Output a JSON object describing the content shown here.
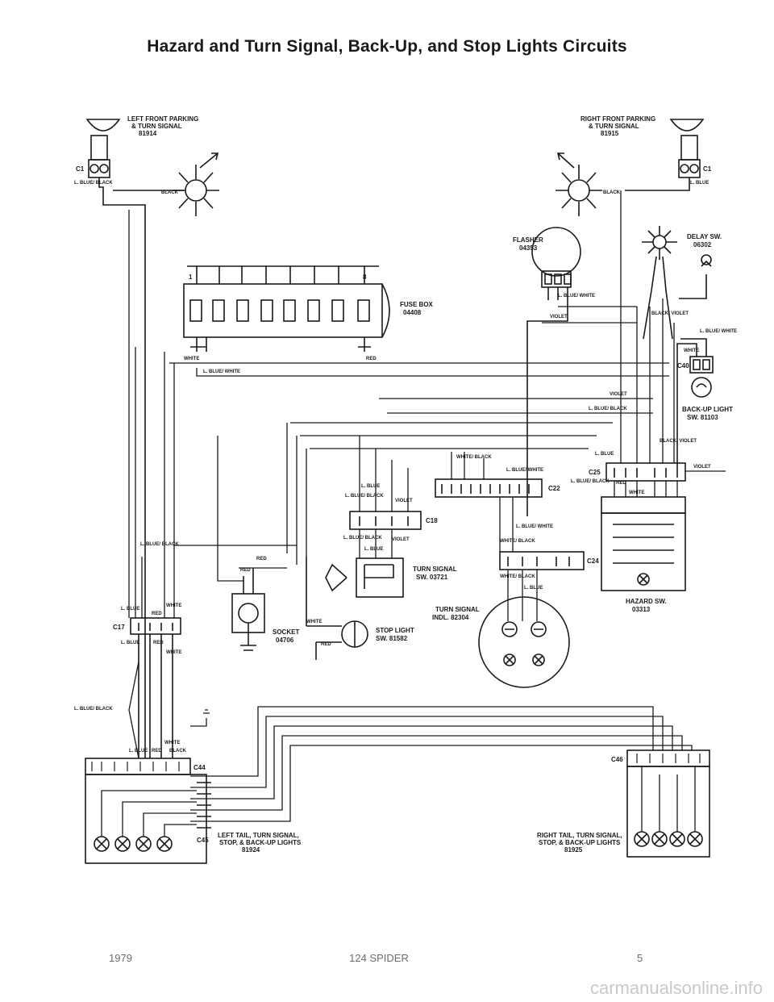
{
  "title": "Hazard and Turn Signal, Back-Up, and Stop Lights Circuits",
  "components": {
    "left_front": [
      "LEFT FRONT PARKING",
      "& TURN SIGNAL",
      "81914"
    ],
    "right_front": [
      "RIGHT FRONT PARKING",
      "& TURN SIGNAL",
      "81915"
    ],
    "flasher": [
      "FLASHER",
      "04353"
    ],
    "delay_sw": [
      "DELAY SW.",
      "06302"
    ],
    "fuse_box": [
      "FUSE BOX",
      "04408"
    ],
    "backup_light_sw": [
      "BACK-UP LIGHT",
      "SW. 81103"
    ],
    "turn_signal_sw": [
      "TURN SIGNAL",
      "SW. 03721"
    ],
    "turn_signal_indl": [
      "TURN SIGNAL",
      "INDL. 82304"
    ],
    "stop_light_sw": [
      "STOP LIGHT",
      "SW. 81582"
    ],
    "socket": [
      "SOCKET",
      "04706"
    ],
    "hazard_sw": [
      "HAZARD SW.",
      "03313"
    ],
    "left_tail": [
      "LEFT TAIL, TURN SIGNAL,",
      "STOP, & BACK-UP LIGHTS",
      "81924"
    ],
    "right_tail": [
      "RIGHT TAIL, TURN SIGNAL,",
      "STOP, & BACK-UP LIGHTS",
      "81925"
    ]
  },
  "connectors": {
    "c1_left": "C1",
    "c1_right": "C1",
    "c17": "C17",
    "c18": "C18",
    "c22": "C22",
    "c24": "C24",
    "c25": "C25",
    "c40": "C40",
    "c44": "C44",
    "c45": "C45",
    "c46": "C46"
  },
  "wire_labels": {
    "lblue_black": "L. BLUE/ BLACK",
    "black": "BLACK",
    "lblue": "L. BLUE",
    "white": "WHITE",
    "red": "RED",
    "violet": "VIOLET",
    "lblue_white": "L. BLUE/ WHITE",
    "white_black": "WHITE/ BLACK",
    "black_violet": "BLACK/ VIOLET",
    "fuse_1": "1",
    "fuse_8": "8"
  },
  "footer": {
    "year": "1979",
    "model": "124 SPIDER",
    "page": "5"
  },
  "watermark": "carmanualsonline.info"
}
